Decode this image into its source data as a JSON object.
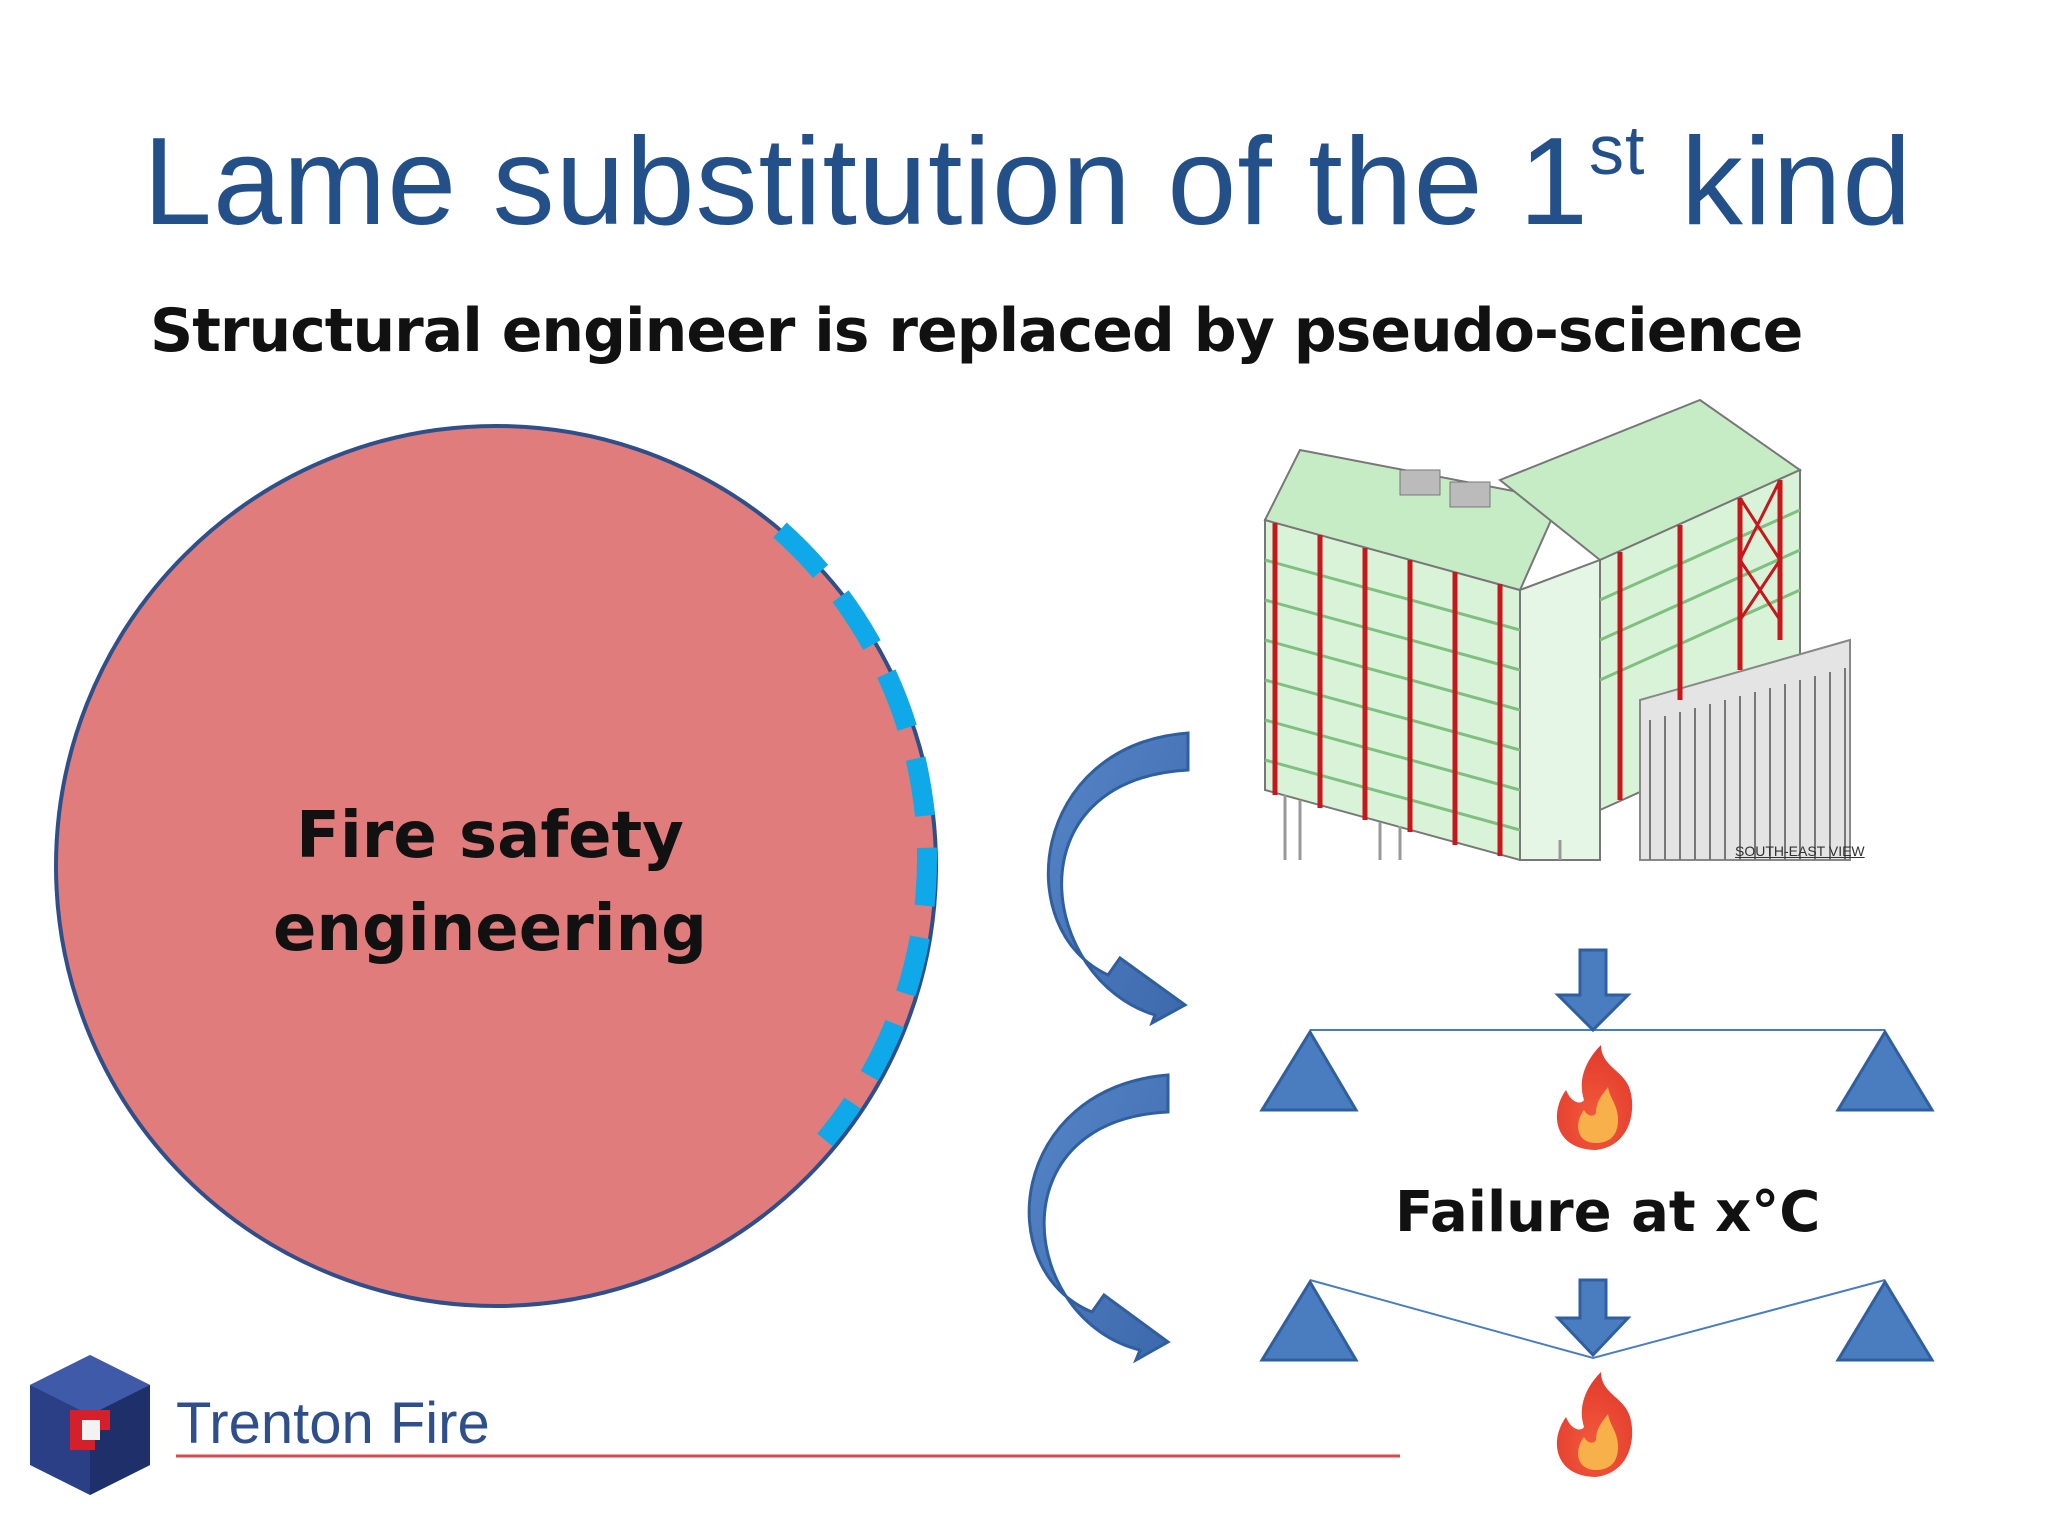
{
  "slide": {
    "title_main": "Lame substitution of the 1",
    "title_sup": "st",
    "title_end": " kind",
    "subtitle": "Structural engineer is replaced by pseudo-science"
  },
  "circle": {
    "label_line1": "Fire safety",
    "label_line2": "engineering",
    "fill_color": "#e07c7c",
    "dash_color": "#0fa8e8"
  },
  "diagram": {
    "view_caption": "SOUTH-EAST VIEW",
    "failure_label": "Failure at x°C",
    "accent_color": "#4a7cc0",
    "frame_color": "#c8161d",
    "floor_color": "#bfeebf"
  },
  "logo": {
    "text": "Trenton Fire",
    "line_color": "#d94a4a"
  }
}
